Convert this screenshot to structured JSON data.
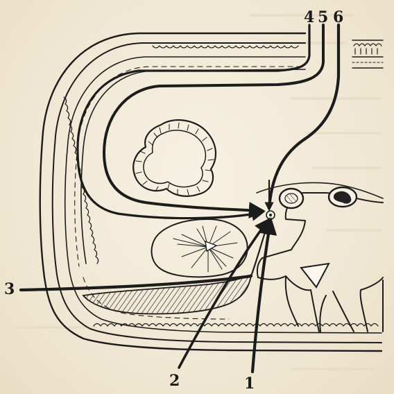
{
  "figure": {
    "labels": [
      {
        "id": "1",
        "text": "1"
      },
      {
        "id": "2",
        "text": "2"
      },
      {
        "id": "3",
        "text": "3"
      },
      {
        "id": "4",
        "text": "4"
      },
      {
        "id": "5",
        "text": "5"
      },
      {
        "id": "6",
        "text": "6"
      }
    ]
  },
  "colors": {
    "ink": "#1c1c1c",
    "paper": "#f2ebd9"
  }
}
